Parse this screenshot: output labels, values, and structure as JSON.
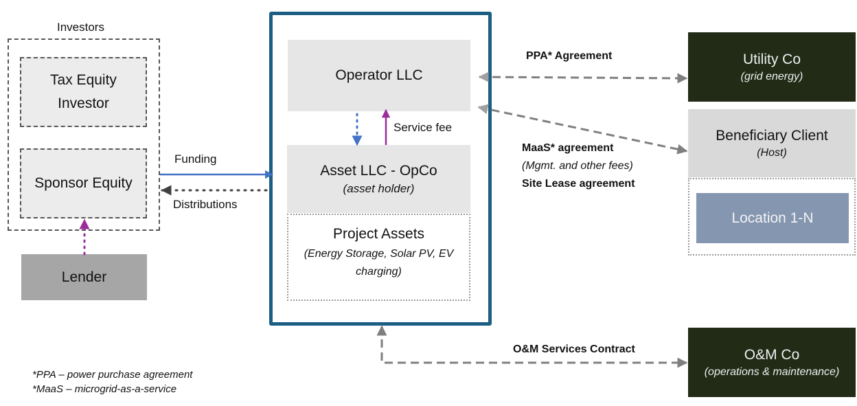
{
  "investors": {
    "group_label": "Investors",
    "tax_equity": {
      "line1": "Tax Equity",
      "line2": "Investor"
    },
    "sponsor_equity": "Sponsor Equity"
  },
  "lender": "Lender",
  "flows": {
    "funding": "Funding",
    "distributions": "Distributions",
    "service_fee": "Service fee",
    "ppa": "PPA* Agreement",
    "maas": "MaaS* agreement",
    "maas_sub": "(Mgmt. and other fees)",
    "site_lease": "Site Lease agreement",
    "om_contract": "O&M Services Contract"
  },
  "spv": {
    "operator": "Operator LLC",
    "asset": {
      "title": "Asset LLC - OpCo",
      "sub": "(asset holder)"
    },
    "project": {
      "title": "Project Assets",
      "sub": "(Energy Storage, Solar PV, EV charging)"
    }
  },
  "counterparties": {
    "utility": {
      "title": "Utility Co",
      "sub": "(grid energy)"
    },
    "client": {
      "title": "Beneficiary Client",
      "sub": "(Host)"
    },
    "location": "Location 1-N",
    "om": {
      "title": "O&M Co",
      "sub": "(operations & maintenance)"
    }
  },
  "footnotes": [
    "*PPA – power purchase agreement",
    "*MaaS – microgrid-as-a-service"
  ],
  "colors": {
    "spv_frame": "#1a5e84",
    "funding_arrow": "#4472c4",
    "lender_arrow": "#9b2d9b",
    "connector_gray": "#7f7f7f",
    "dark_box": "#212b16",
    "location_box": "#8496b0"
  }
}
